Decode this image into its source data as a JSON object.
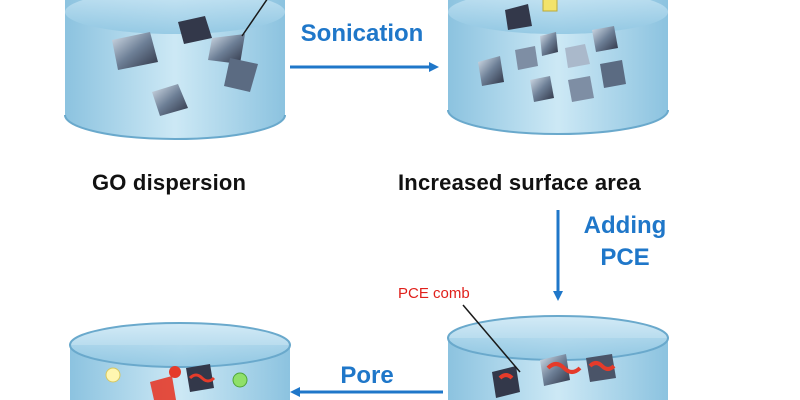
{
  "labels": {
    "sonication": "Sonication",
    "adding_line1": "Adding",
    "adding_line2": "PCE",
    "pore": "Pore",
    "pce_comb": "PCE comb"
  },
  "captions": {
    "go_dispersion": "GO dispersion",
    "increased_surface_area": "Increased surface area"
  },
  "colors": {
    "arrow": "#1f77c9",
    "step_label": "#1f77c9",
    "annotation": "#e0201b",
    "water_body": "#a9d4ea",
    "water_top": "#cfe9f5",
    "beaker_rim": "#7fb8d6",
    "flake_dark": "#3a3f52",
    "flake_light": "#9fb4c8",
    "pce_red": "#e53b2a"
  }
}
